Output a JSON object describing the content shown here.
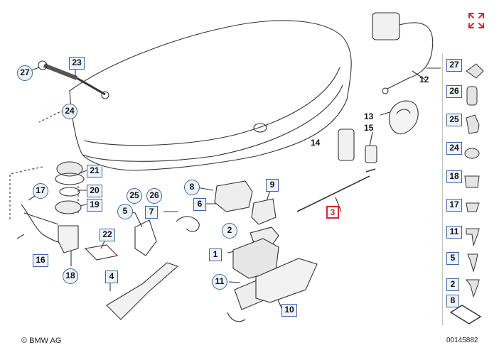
{
  "labels": {
    "l1": "1",
    "l2": "2",
    "l3": "3",
    "l4": "4",
    "l5": "5",
    "l6": "6",
    "l7": "7",
    "l8": "8",
    "l9": "9",
    "l10": "10",
    "l11": "11",
    "l12": "12",
    "l13": "13",
    "l14": "14",
    "l15": "15",
    "l16": "16",
    "l17": "17",
    "l18": "18",
    "l19": "19",
    "l20": "20",
    "l21": "21",
    "l22": "22",
    "l23": "23",
    "l24": "24",
    "l25": "25",
    "l26": "26",
    "l27": "27"
  },
  "sidebar": {
    "items": [
      "27",
      "26",
      "25",
      "24",
      "18",
      "17",
      "11",
      "5",
      "2",
      "8"
    ]
  },
  "selected_part": "3",
  "highlight_color": "#d8262d",
  "label_border_color": "#3f62a4",
  "expand_icon": "expand-arrows-icon",
  "footer": {
    "copyright": "© BMW AG",
    "doc_number": "00145882"
  }
}
